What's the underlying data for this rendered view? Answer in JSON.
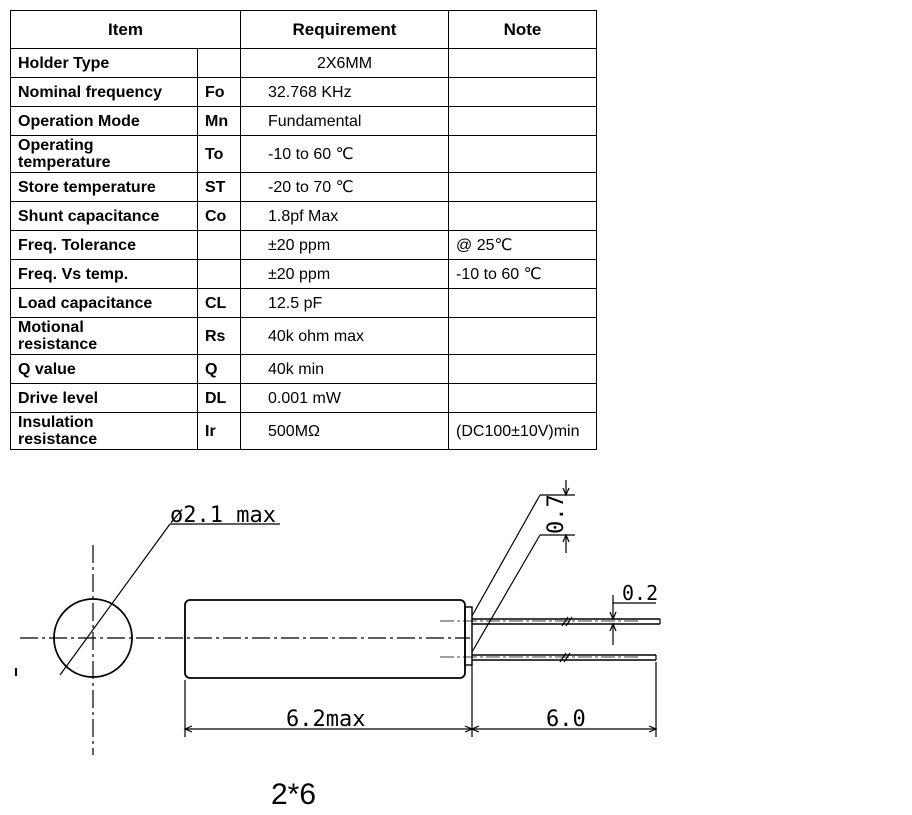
{
  "table": {
    "headers": {
      "item": "Item",
      "requirement": "Requirement",
      "note": "Note"
    },
    "rows": [
      {
        "item": "Holder Type",
        "symbol": "",
        "requirement": "2X6MM",
        "note": ""
      },
      {
        "item": "Nominal frequency",
        "symbol": "Fo",
        "requirement": "32.768 KHz",
        "note": ""
      },
      {
        "item": "Operation Mode",
        "symbol": "Mn",
        "requirement": "Fundamental",
        "note": ""
      },
      {
        "item_line1": "Operating",
        "item_line2": "temperature",
        "symbol": "To",
        "requirement": "-10 to 60 ℃",
        "note": ""
      },
      {
        "item": "Store temperature",
        "symbol": "ST",
        "requirement": "-20 to 70 ℃",
        "note": ""
      },
      {
        "item": "Shunt capacitance",
        "symbol": "Co",
        "requirement": "1.8pf Max",
        "note": ""
      },
      {
        "item": "Freq. Tolerance",
        "symbol": "",
        "requirement": "±20 ppm",
        "note": "@ 25℃"
      },
      {
        "item": "Freq. Vs temp.",
        "symbol": "",
        "requirement": "±20 ppm",
        "note": "-10 to 60 ℃"
      },
      {
        "item": "Load capacitance",
        "symbol": "CL",
        "requirement": "12.5 pF",
        "note": ""
      },
      {
        "item_line1": "Motional",
        "item_line2": "resistance",
        "symbol": "Rs",
        "requirement": "40k ohm max",
        "note": ""
      },
      {
        "item": "Q value",
        "symbol": "Q",
        "requirement": "40k min",
        "note": ""
      },
      {
        "item": "Drive level",
        "symbol": "DL",
        "requirement": "0.001 mW",
        "note": ""
      },
      {
        "item_line1": "Insulation",
        "item_line2": "resistance",
        "symbol": "Ir",
        "requirement": "500MΩ",
        "note": "(DC100±10V)min"
      }
    ]
  },
  "drawing": {
    "diameter_label": "ø2.1 max",
    "lead_spacing_label": "0.7",
    "lead_diameter_label": "0.2",
    "body_length_label": "6.2max",
    "lead_length_label": "6.0"
  },
  "caption": "2*6"
}
